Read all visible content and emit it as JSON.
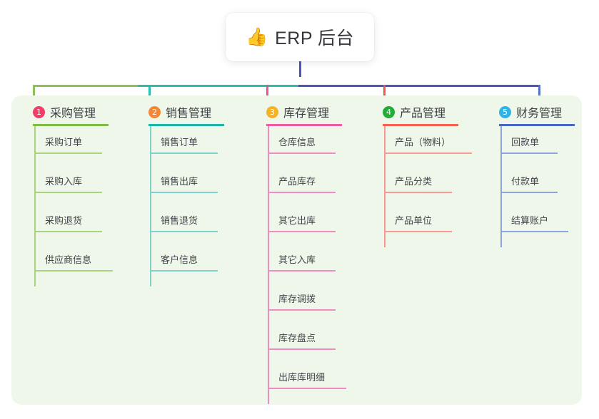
{
  "diagram": {
    "type": "tree-mindmap",
    "root": {
      "icon": "thumbs-up-emoji",
      "emoji": "👍",
      "label": "ERP 后台"
    },
    "panel_color": "#eef7e9",
    "columns": [
      {
        "number": "1",
        "title": "采购管理",
        "badge_color": "#ef3f68",
        "rule_color": "#7ebe43",
        "line_color": "#8cc152",
        "leaf_rule_color": "#a9d37e",
        "items": [
          "采购订单",
          "采购入库",
          "采购退货",
          "供应商信息"
        ]
      },
      {
        "number": "2",
        "title": "销售管理",
        "badge_color": "#f58634",
        "rule_color": "#19b5ad",
        "line_color": "#2bbbad",
        "leaf_rule_color": "#7fd2cb",
        "items": [
          "销售订单",
          "销售出库",
          "销售退货",
          "客户信息"
        ]
      },
      {
        "number": "3",
        "title": "库存管理",
        "badge_color": "#f5b324",
        "rule_color": "#ef5ba1",
        "line_color": "#e8509b",
        "leaf_rule_color": "#f08cc0",
        "items": [
          "仓库信息",
          "产品库存",
          "其它出库",
          "其它入库",
          "库存调拨",
          "库存盘点",
          "出库库明细"
        ]
      },
      {
        "number": "4",
        "title": "产品管理",
        "badge_color": "#22ac38",
        "rule_color": "#f8604f",
        "line_color": "#f4554a",
        "leaf_rule_color": "#f79a93",
        "items": [
          "产品（物料）",
          "产品分类",
          "产品单位"
        ]
      },
      {
        "number": "5",
        "title": "财务管理",
        "badge_color": "#2fb4e9",
        "rule_color": "#4a66c4",
        "line_color": "#5573c9",
        "leaf_rule_color": "#8fa3dd",
        "items": [
          "回款单",
          "付款单",
          "结算账户"
        ]
      }
    ],
    "connectors": {
      "root_stem_color": "#4a55b8",
      "bus_segments": [
        {
          "color": "#8cc152"
        },
        {
          "color": "#2bbbad"
        },
        {
          "color": "#4a55b8"
        },
        {
          "color": "#4a55b8"
        }
      ]
    }
  }
}
